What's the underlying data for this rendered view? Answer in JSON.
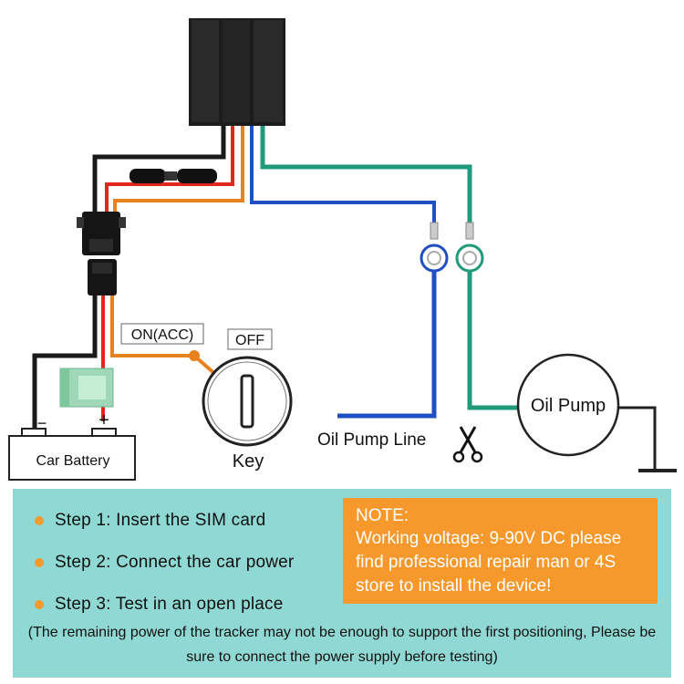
{
  "diagram": {
    "on_acc_label": "ON(ACC)",
    "off_label": "OFF",
    "battery_label": "Car Battery",
    "battery_minus": "−",
    "battery_plus": "+",
    "key_label": "Key",
    "oil_pump_line_label": "Oil Pump Line",
    "oil_pump_label": "Oil Pump",
    "wire_colors": {
      "black": "#1a1a1a",
      "red": "#e0261d",
      "orange": "#e8821e",
      "blue": "#1f4fc0",
      "green": "#1f9a7a"
    }
  },
  "info": {
    "steps": [
      "Step 1: Insert the SIM card",
      "Step 2: Connect the car power",
      "Step 3: Test in an open place"
    ],
    "note_title": "NOTE:",
    "note_body": "Working voltage: 9-90V DC please find professional repair man or 4S store to install the device!",
    "footer": "(The remaining power of the tracker may not be enough to support the first positioning, Please be sure to connect the power supply before testing)"
  },
  "colors": {
    "panel_bg": "#8fd8d3",
    "note_bg": "#f6982b",
    "bullet": "#f29a2e"
  }
}
